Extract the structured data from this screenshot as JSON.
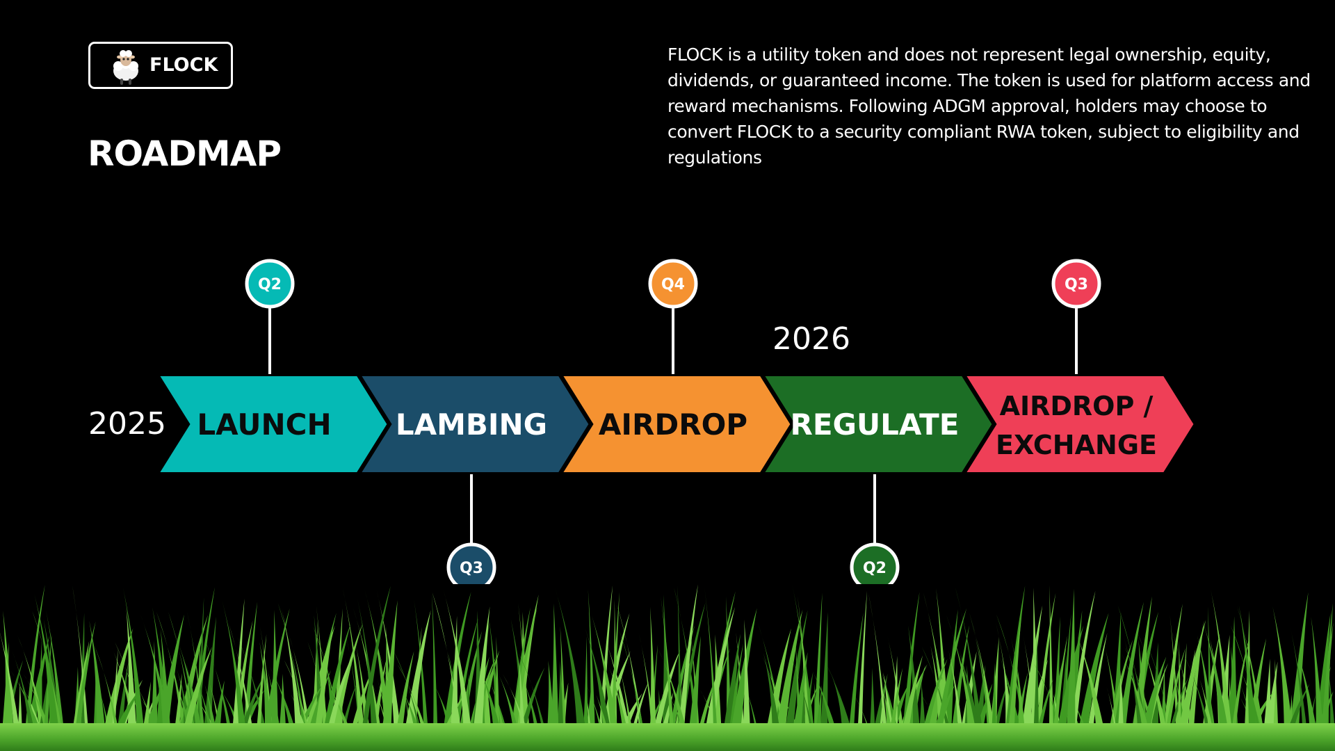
{
  "brand": {
    "name": "FLOCK",
    "icon": "sheep-icon"
  },
  "title": "ROADMAP",
  "disclaimer": "FLOCK is a utility token and does not represent legal ownership, equity, dividends, or guaranteed income. The token is used for platform access and reward mechanisms. Following ADGM approval, holders may choose to convert FLOCK to a security compliant RWA token, subject to eligibility and regulations",
  "years": {
    "start": "2025",
    "mid": "2026"
  },
  "stages": [
    {
      "lines": [
        "LAUNCH"
      ],
      "quarter": "Q2",
      "marker": "above",
      "color": "#05bab5",
      "text_color": "#0b0b0b"
    },
    {
      "lines": [
        "LAMBING"
      ],
      "quarter": "Q3",
      "marker": "below",
      "color": "#1b4d69",
      "text_color": "#ffffff"
    },
    {
      "lines": [
        "AIRDROP"
      ],
      "quarter": "Q4",
      "marker": "above",
      "color": "#f59231",
      "text_color": "#0b0b0b"
    },
    {
      "lines": [
        "REGULATE"
      ],
      "quarter": "Q2",
      "marker": "below",
      "color": "#1c6e25",
      "text_color": "#ffffff"
    },
    {
      "lines": [
        "AIRDROP /",
        "EXCHANGE"
      ],
      "quarter": "Q3",
      "marker": "above",
      "color": "#ef3f57",
      "text_color": "#0b0b0b"
    }
  ],
  "colors": {
    "background": "#000000",
    "connector": "#ffffff",
    "grass_dark": "#2f7d1a",
    "grass_light": "#7fd14a"
  }
}
